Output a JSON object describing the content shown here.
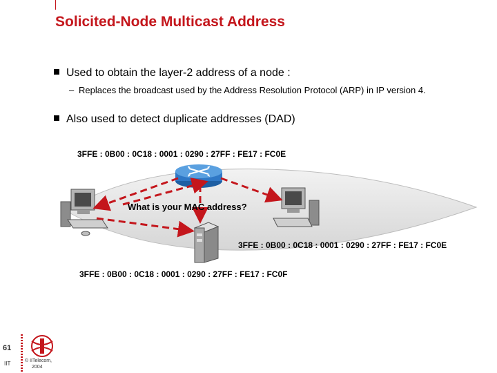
{
  "slide": {
    "title": "Solicited-Node Multicast Address",
    "bullets": [
      "Used to obtain the layer-2 address of a node :",
      "Also used to detect duplicate addresses (DAD)"
    ],
    "sub_bullet": "Replaces the broadcast used by the Address Resolution Protocol (ARP) in IP version 4.",
    "sub_dash": "–"
  },
  "diagram": {
    "address_top": "3FFE : 0B00 : 0C18 : 0001 : 0290 : 27FF : FE17 : FC0E",
    "question": "What is your MAC address?",
    "address_right": "3FFE : 0B00 : 0C18 : 0001 : 0290 : 27FF : FE17 : FC0E",
    "address_bottom": "3FFE : 0B00 : 0C18 : 0001 : 0290 : 27FF : FE17 : FC0F",
    "arrow_color": "#c4161c",
    "cloud_color": "#e8e8e8",
    "router_color": "#2f78c6"
  },
  "footer": {
    "page_number": "61",
    "org_short": "IIT",
    "copyright_line1": "© IITelecom,",
    "copyright_line2": "2004"
  }
}
